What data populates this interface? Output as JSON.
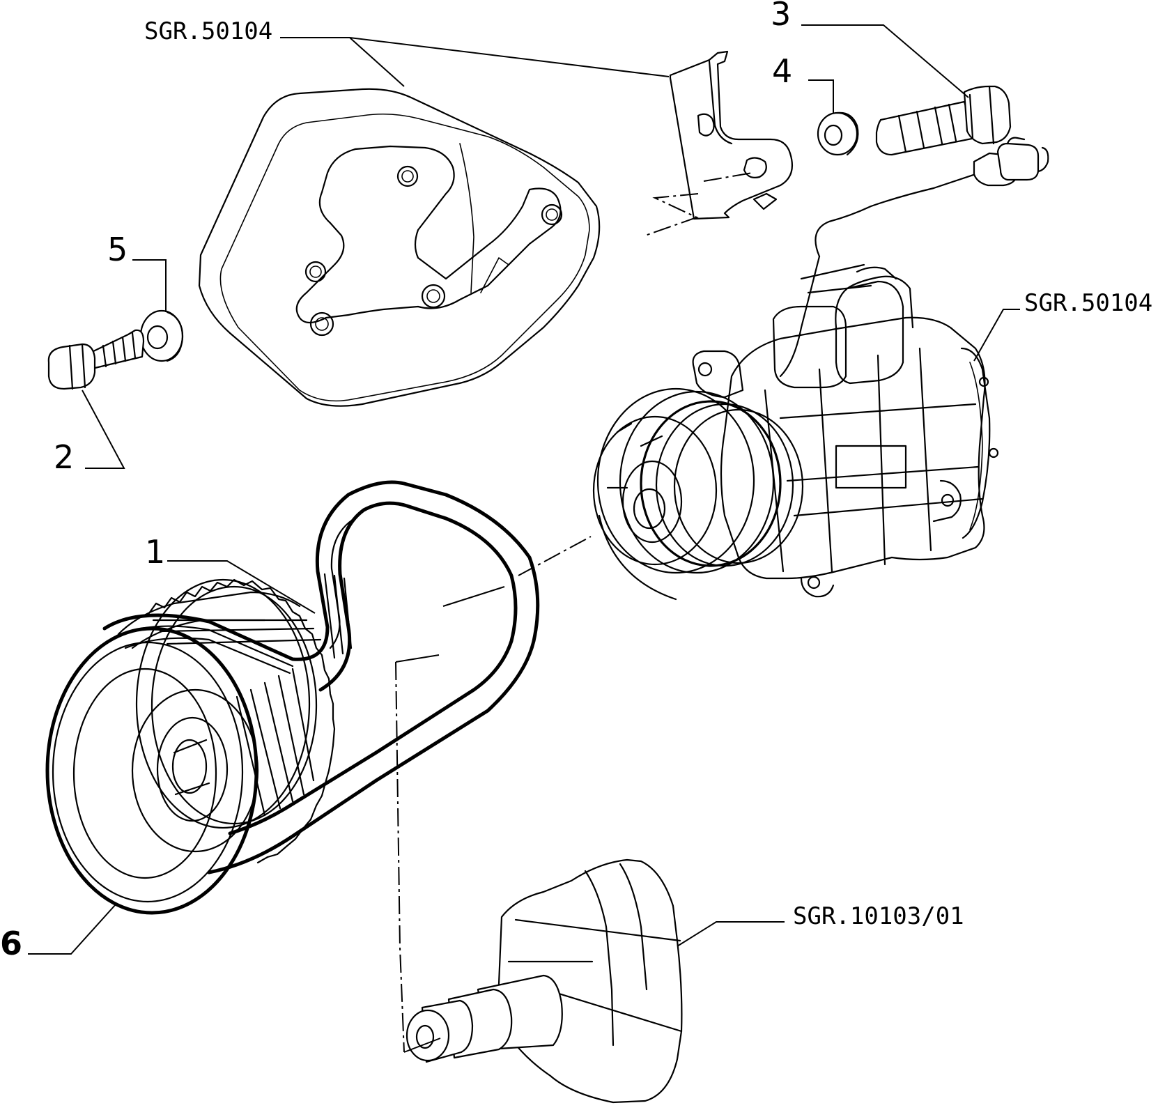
{
  "callouts": {
    "c1": "1",
    "c2": "2",
    "c3": "3",
    "c4": "4",
    "c5": "5",
    "c6": "6"
  },
  "references": {
    "bracket_ref": "SGR.50104",
    "compressor_ref": "SGR.50104",
    "crankshaft_ref": "SGR.10103/01"
  }
}
